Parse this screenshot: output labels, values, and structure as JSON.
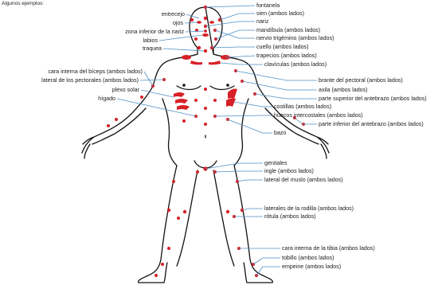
{
  "intro": "Algunos ejemplos:",
  "labels": {
    "fontanela": "fontanela",
    "sien": "sien (ambos lados)",
    "entrecejo": "entrecejo",
    "nariz": "nariz",
    "ojos": "ojos",
    "mandibula": "mandíbula (ambos lados)",
    "zona_nariz": "zona inferior de la nariz",
    "nervio": "nervio trigémino (ambos lados)",
    "labios": "labios",
    "cuello": "cuello (ambos lados)",
    "traquea": "traquea",
    "trapecios": "trapecios (ambos lados)",
    "claviculas": "clavículas (ambos lados)",
    "biceps": "cara interna del bíceps (ambos lados)",
    "pectorales": "lateral de los pectorales (ambos lados)",
    "plexo": "plexo solar",
    "higado": "hígado",
    "brante": "brante del pectoral (ambos lados)",
    "axila": "axila (ambos lados)",
    "antebrazo_sup": "parte superior del antebrazo (ambos lados)",
    "costillas": "costillas (ambos lados)",
    "huecos": "huecos intercostales (ambos lados)",
    "antebrazo_inf": "parte inferior del antebrazo (ambos lados)",
    "bazo": "bazo",
    "genitales": "genitales",
    "ingle": "ingle (ambos lados)",
    "muslo": "lateral del muslo (ambos lados)",
    "rodilla": "laterales de la rodilla (ambos lados)",
    "rotula": "rótula (ambos lados)",
    "tibia": "cara interna de la tibia (ambos lados)",
    "tobillo": "tobillo (ambos lados)",
    "empeine": "empeine (ambos lados)"
  },
  "colors": {
    "spot": "#d72027",
    "leader": "#4f8fc4",
    "outline": "#111111"
  }
}
